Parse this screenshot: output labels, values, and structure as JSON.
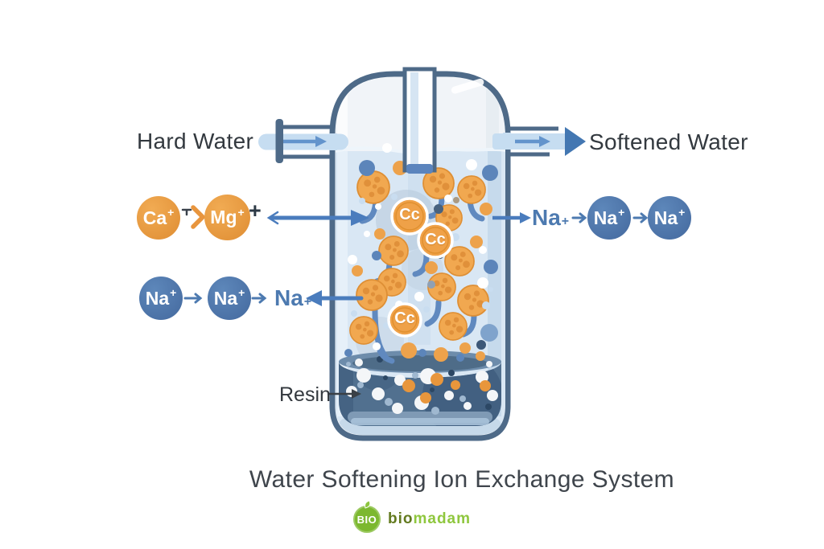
{
  "title": "Water Softening Ion Exchange System",
  "labels": {
    "hard_water": "Hard Water",
    "softened_water": "Softened Water",
    "resin": "Resin"
  },
  "ions": {
    "ca": {
      "symbol": "Ca",
      "charge": "+"
    },
    "mg": {
      "symbol": "Mg",
      "charge": "+"
    },
    "na": {
      "symbol": "Na",
      "charge": "+"
    },
    "plus_sign": "+",
    "resin_site": "Cc"
  },
  "brand": {
    "badge": "BIO",
    "name_bio": "bio",
    "name_madam": "madam"
  },
  "colors": {
    "orange_ion": "#e8993f",
    "blue_ion": "#4d79ae",
    "arrow_blue": "#4a7cbd",
    "stream_blue": "#c6ddf1",
    "tank_outline": "#4e6a88",
    "water": "#d9e7f4",
    "resin_bed": "#51708f",
    "brand_green": "#7cb82f",
    "brand_lime": "#8fc73e",
    "text_dark": "#33393f"
  }
}
